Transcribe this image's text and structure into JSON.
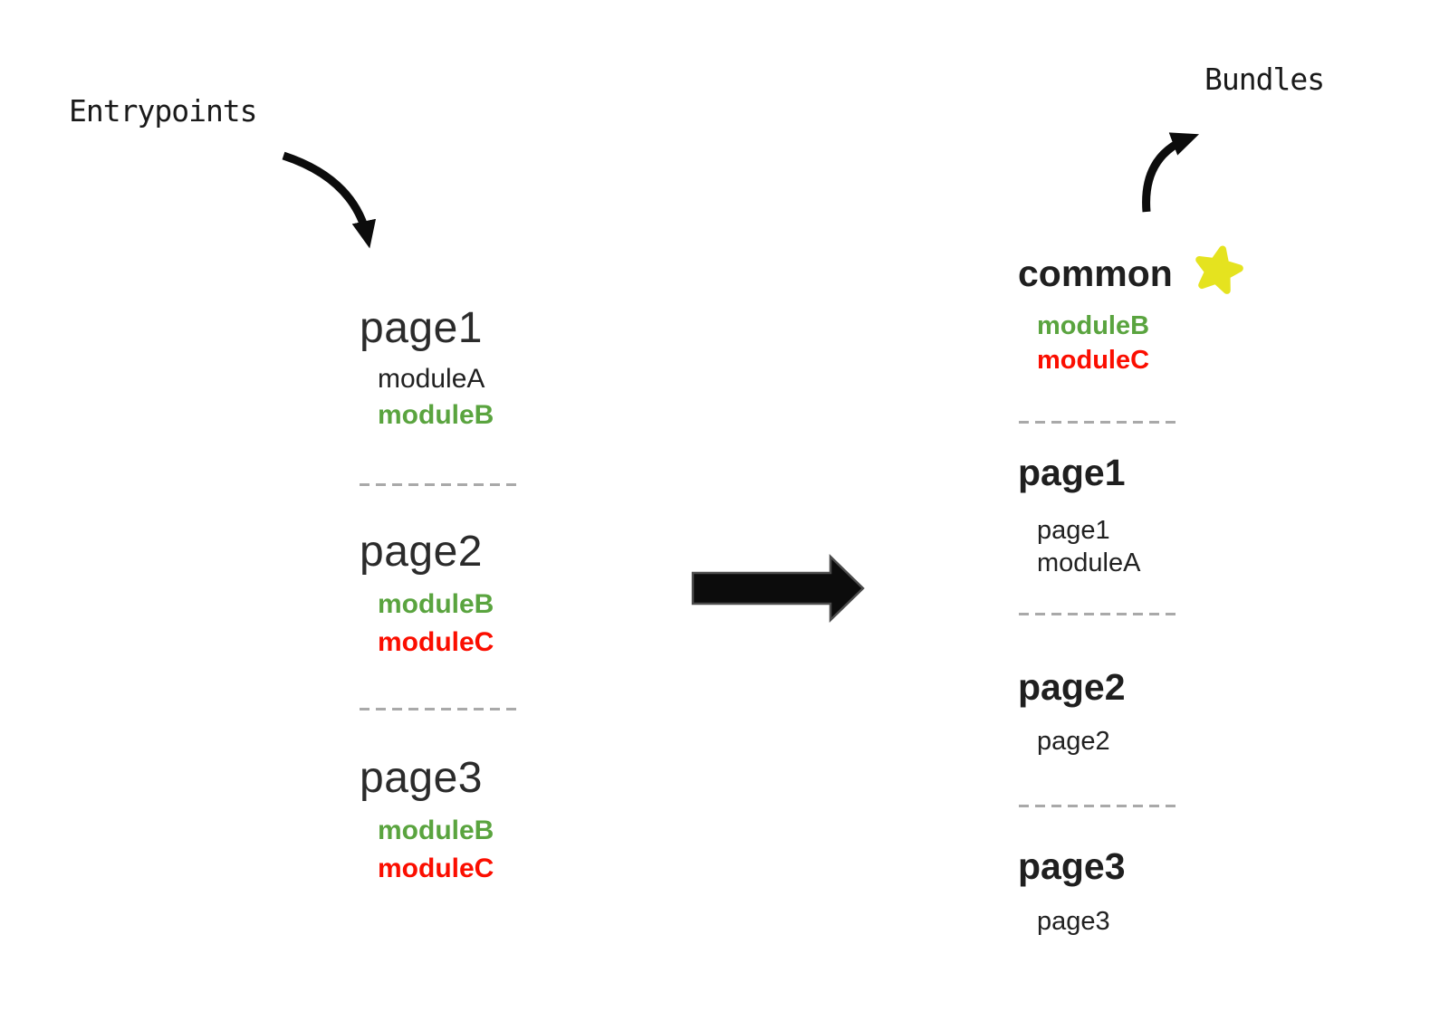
{
  "labels": {
    "entrypoints": "Entrypoints",
    "bundles": "Bundles"
  },
  "colors": {
    "green": "#5aa43f",
    "red": "#fb0e00",
    "black_text": "#212121",
    "heading": "#262626",
    "dash_gray": "#a9a9a9",
    "star_yellow": "#e5e31f",
    "arrow_black": "#0c0c0c"
  },
  "entrypoints": {
    "groups": [
      {
        "title": "page1",
        "modules": [
          {
            "name": "moduleA",
            "color": "#212121"
          },
          {
            "name": "moduleB",
            "color": "#5aa43f"
          }
        ]
      },
      {
        "title": "page2",
        "modules": [
          {
            "name": "moduleB",
            "color": "#5aa43f"
          },
          {
            "name": "moduleC",
            "color": "#fb0e00"
          }
        ]
      },
      {
        "title": "page3",
        "modules": [
          {
            "name": "moduleB",
            "color": "#5aa43f"
          },
          {
            "name": "moduleC",
            "color": "#fb0e00"
          }
        ]
      }
    ]
  },
  "bundles": {
    "groups": [
      {
        "title": "common",
        "starred": true,
        "modules": [
          {
            "name": "moduleB",
            "color": "#5aa43f"
          },
          {
            "name": "moduleC",
            "color": "#fb0e00"
          }
        ]
      },
      {
        "title": "page1",
        "starred": false,
        "modules": [
          {
            "name": "page1",
            "color": "#212121"
          },
          {
            "name": "moduleA",
            "color": "#212121"
          }
        ]
      },
      {
        "title": "page2",
        "starred": false,
        "modules": [
          {
            "name": "page2",
            "color": "#212121"
          }
        ]
      },
      {
        "title": "page3",
        "starred": false,
        "modules": [
          {
            "name": "page3",
            "color": "#212121"
          }
        ]
      }
    ]
  }
}
